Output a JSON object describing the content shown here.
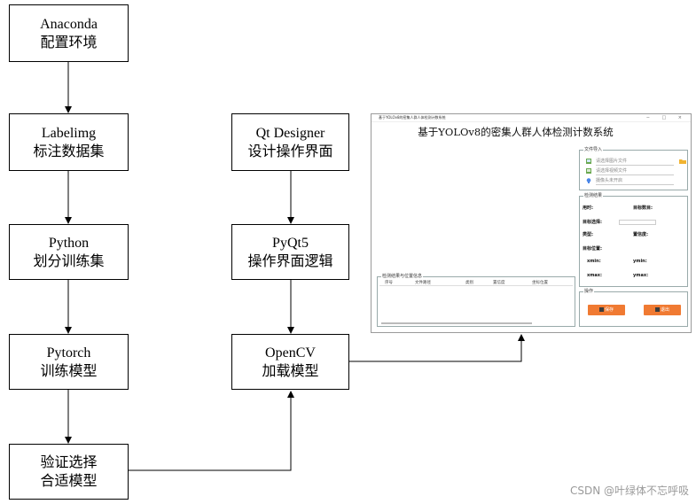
{
  "flow_left": [
    {
      "line1": "Anaconda",
      "line2": "配置环境"
    },
    {
      "line1": "Labelimg",
      "line2": "标注数据集"
    },
    {
      "line1": "Python",
      "line2": "划分训练集"
    },
    {
      "line1": "Pytorch",
      "line2": "训练模型"
    },
    {
      "line1": "验证选择",
      "line2": "合适模型"
    }
  ],
  "flow_right": [
    {
      "line1": "Qt Designer",
      "line2": "设计操作界面"
    },
    {
      "line1": "PyQt5",
      "line2": "操作界面逻辑"
    },
    {
      "line1": "OpenCV",
      "line2": "加载模型"
    }
  ],
  "app": {
    "window_title": "基于YOLOv8的密集人群人体检测计数系统",
    "window_buttons": "− □ ×",
    "heading": "基于YOLOv8的密集人群人体检测计数系统",
    "file_group": "文件导入",
    "file_inputs": [
      "请选择图片文件",
      "请选择视频文件",
      "摄像头未开启"
    ],
    "result_group": "检测结果",
    "time_label": "用时:",
    "count_label": "目标数目:",
    "select_label": "目标选择:",
    "type_label": "类型:",
    "conf_label": "置信度:",
    "pos_label": "目标位置:",
    "xmin_label": "xmin:",
    "ymin_label": "ymin:",
    "xmax_label": "xmax:",
    "ymax_label": "ymax:",
    "ops_group": "操作",
    "save_label": "保存",
    "exit_label": "退出",
    "table_group": "检测结果与位置信息",
    "table_headers": [
      "序号",
      "文件路径",
      "类别",
      "置信度",
      "坐标位置"
    ]
  },
  "watermark": "CSDN @叶绿体不忘呼吸",
  "colors": {
    "button": "#f07a32"
  }
}
